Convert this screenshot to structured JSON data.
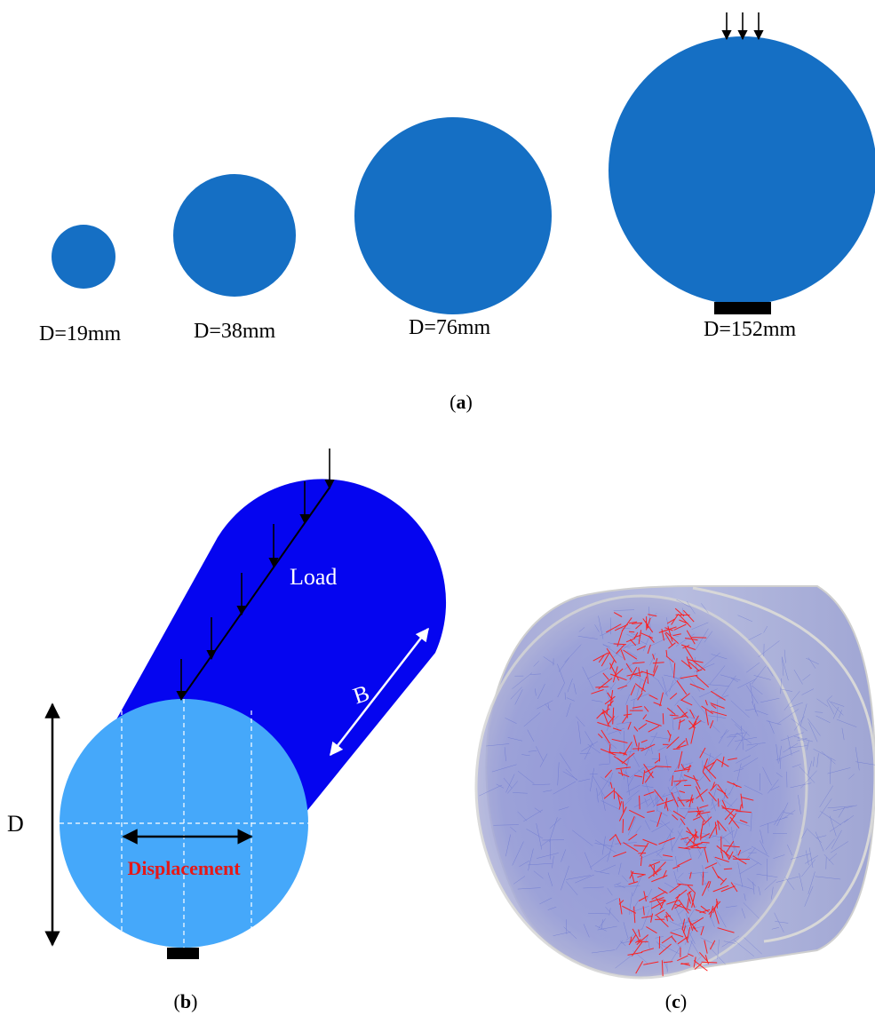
{
  "panel_a": {
    "caption_open": "(",
    "caption_letter": "a",
    "caption_close": ")",
    "circles": [
      {
        "label": "D=19mm"
      },
      {
        "label": "D=38mm"
      },
      {
        "label": "D=76mm"
      },
      {
        "label": "D=152mm"
      }
    ]
  },
  "panel_b": {
    "caption_open": "(",
    "caption_letter": "b",
    "caption_close": ")",
    "load_label": "Load",
    "length_label": "B",
    "diameter_label": "D",
    "displacement_label": "Displacement"
  },
  "panel_c": {
    "caption_open": "(",
    "caption_letter": "c",
    "caption_close": ")"
  },
  "colors": {
    "specimen_blue": "#156fc4",
    "cylinder_body": "#0505f0",
    "cylinder_face": "#45a8fa",
    "displacement_text": "#e51818",
    "crack_red": "#ff1a1a",
    "mesh_blue": "#5a6ad8",
    "mesh_grey": "#cfcfcf"
  }
}
